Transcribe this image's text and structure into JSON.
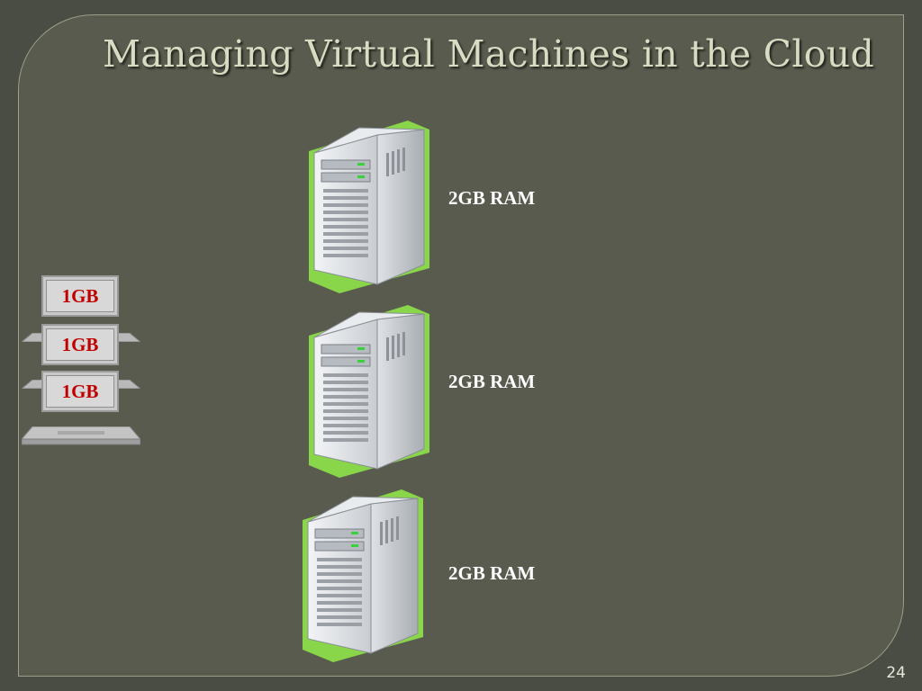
{
  "slide": {
    "title": "Managing Virtual Machines in the Cloud",
    "page_number": "24"
  },
  "servers": [
    {
      "label": "2GB RAM",
      "icon": "server-tower-icon"
    },
    {
      "label": "2GB RAM",
      "icon": "server-tower-icon"
    },
    {
      "label": "2GB RAM",
      "icon": "server-tower-icon"
    }
  ],
  "vm_stack": {
    "icon": "laptop-stack-icon",
    "items": [
      {
        "label": "1GB"
      },
      {
        "label": "1GB"
      },
      {
        "label": "1GB"
      }
    ]
  },
  "colors": {
    "background": "#4a4d43",
    "panel": "#585b4d",
    "title": "#d7dcc2",
    "server_glow": "#7ed321",
    "vm_label": "#c00000"
  }
}
